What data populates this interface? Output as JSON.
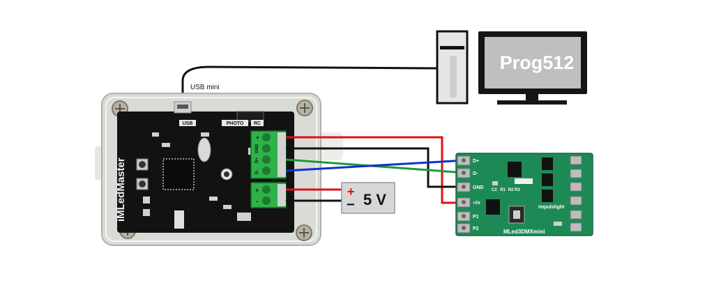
{
  "computer": {
    "monitor_text": "Prog512"
  },
  "cables": {
    "usb_label": "USB mini"
  },
  "power": {
    "plus": "+",
    "minus": "−",
    "voltage": "5 V"
  },
  "controller": {
    "title": "iMLedMaster",
    "connector_labels": [
      "USB",
      "PHOTO",
      "RC"
    ],
    "terminal_labels": [
      "+",
      "GND",
      "D+",
      "D-"
    ],
    "power_terminal_labels": [
      "+",
      "-"
    ]
  },
  "decoder": {
    "title": "MLed3DMXmini",
    "brand": "impulslight",
    "left_pins": [
      "D+",
      "D-",
      "GND",
      "+5V",
      "P1",
      "P2"
    ],
    "top_labels": [
      "C2",
      "R1",
      "R2",
      "R3"
    ]
  },
  "colors": {
    "wire_red": "#e01010",
    "wire_black": "#111111",
    "wire_green": "#1a9a3a",
    "wire_blue": "#1030d0",
    "pcb_green": "#1d8a55",
    "terminal_green": "#2fb24a",
    "enclosure": "#d9dcd6"
  }
}
